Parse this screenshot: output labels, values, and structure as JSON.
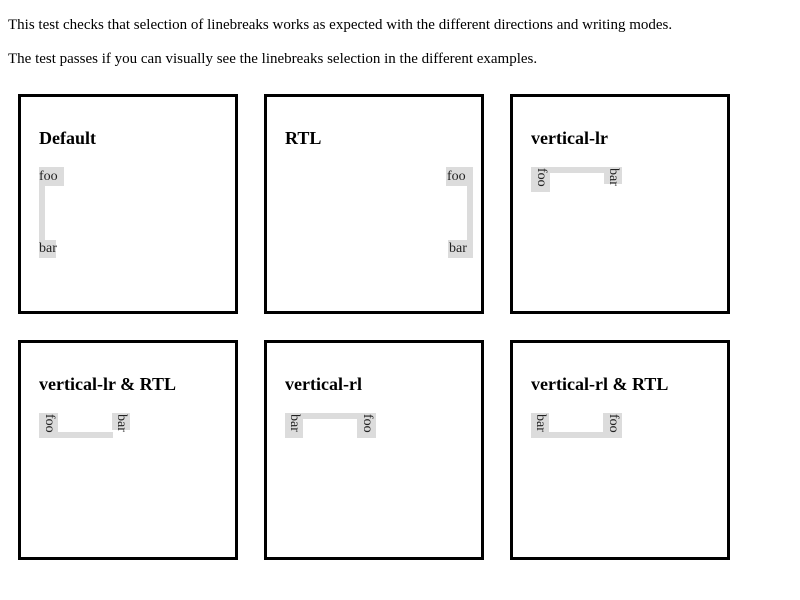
{
  "intro": {
    "line1": "This test checks that selection of linebreaks works as expected with the different directions and writing modes.",
    "line2": "The test passes if you can visually see the linebreaks selection in the different examples."
  },
  "examples": [
    {
      "title": "Default",
      "word1": "foo",
      "word2": "bar"
    },
    {
      "title": "RTL",
      "word1": "foo",
      "word2": "bar"
    },
    {
      "title": "vertical-lr",
      "word1": "foo",
      "word2": "bar"
    },
    {
      "title": "vertical-lr & RTL",
      "word1": "foo",
      "word2": "bar"
    },
    {
      "title": "vertical-rl",
      "word1": "foo",
      "word2": "bar"
    },
    {
      "title": "vertical-rl & RTL",
      "word1": "foo",
      "word2": "bar"
    }
  ],
  "colors": {
    "selection_highlight": "#dcdcdc",
    "border": "#000000"
  }
}
